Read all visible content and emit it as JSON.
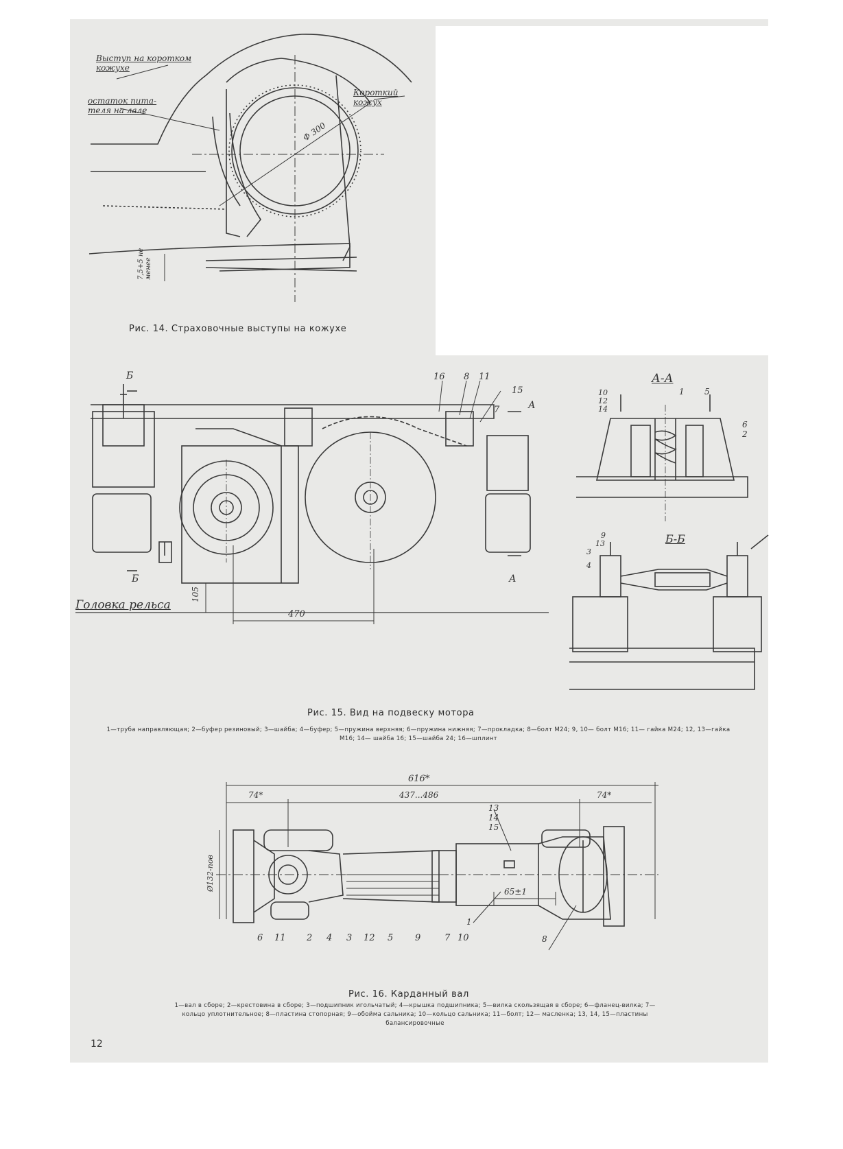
{
  "page_number": "12",
  "fig14": {
    "caption": "Рис. 14. Страховочные выступы на кожухе",
    "label_protrusion": "Выступ на коротком кожухе",
    "label_remnant": "остаток пита-теля на лале",
    "label_short_casing": "Короткий кожух",
    "dim_diameter": "Ф 300",
    "dim_gap": "7,5+5 не менее"
  },
  "fig15": {
    "caption": "Рис. 15. Вид на подвеску мотора",
    "legend": "1—труба направляющая; 2—буфер резиновый; 3—шайба; 4—буфер; 5—пружина верхняя; 6—пружина нижняя; 7—прокладка; 8—болт М24; 9, 10— болт М16; 11— гайка М24; 12, 13—гайка М16; 14— шайба 16; 15—шайба 24; 16—шплинт",
    "rail_head": "Головка рельса",
    "dim_105": "105",
    "dim_470": "470",
    "section_b": "Б",
    "section_a": "А",
    "section_aa": "А-А",
    "section_bb": "Б-Б",
    "callouts_main": [
      "16",
      "8",
      "11",
      "15",
      "7"
    ],
    "callouts_aa": [
      "10",
      "12",
      "14",
      "1",
      "5",
      "6",
      "2"
    ],
    "callouts_bb": [
      "9",
      "13",
      "3",
      "4"
    ]
  },
  "fig16": {
    "caption": "Рис. 16. Карданный вал",
    "legend": "1—вал в сборе; 2—крестовина в сборе; 3—подшипник игольчатый; 4—крышка подшипника; 5—вилка скользящая в сборе; 6—фланец-вилка; 7—кольцо уплотнительное; 8—пластина стопорная; 9—обойма сальника; 10—кольцо сальника; 11—болт; 12— масленка; 13, 14, 15—пластины балансировочные",
    "dim_total": "616*",
    "dim_left": "74*",
    "dim_mid": "437...486",
    "dim_right": "74*",
    "dim_flange": "Ø132-пов",
    "dim_65": "65±1",
    "callouts_bottom": [
      "6",
      "11",
      "2",
      "4",
      "3",
      "12",
      "5",
      "9",
      "7",
      "10"
    ],
    "callout_1": "1",
    "callout_8": "8",
    "callouts_top": [
      "13",
      "14",
      "15"
    ]
  }
}
